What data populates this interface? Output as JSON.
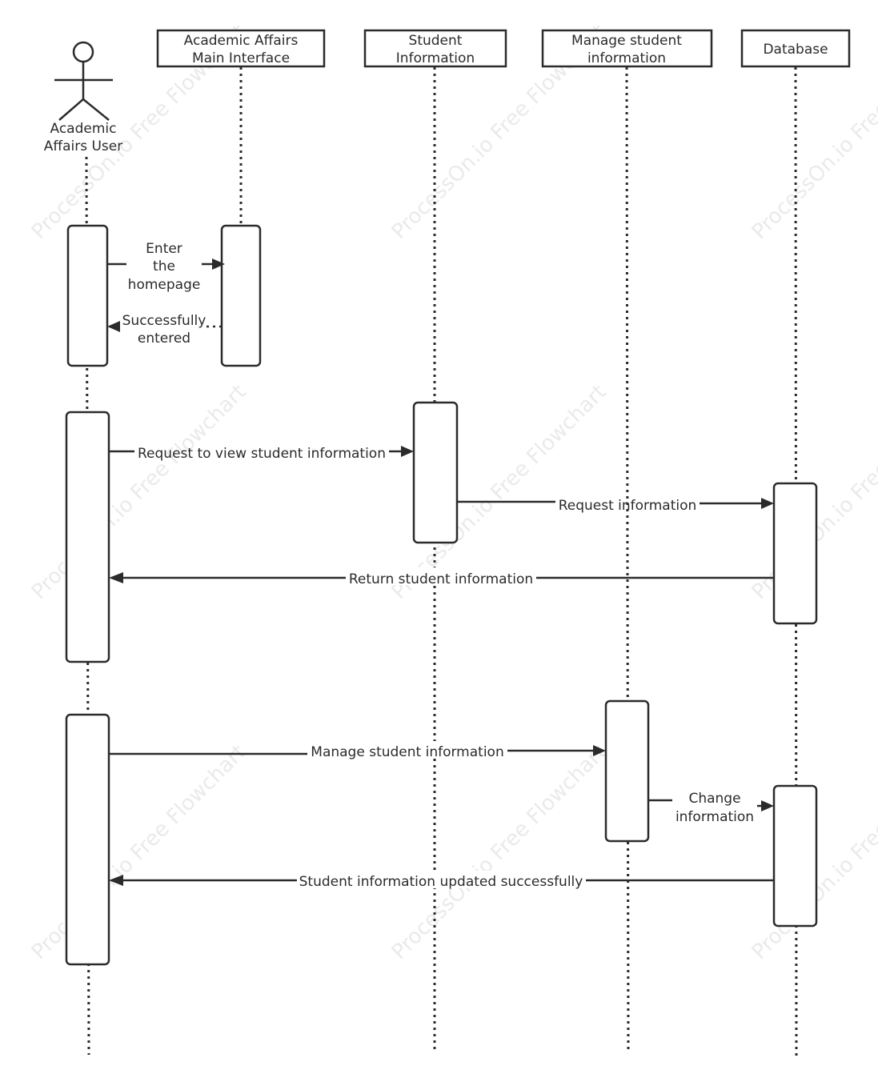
{
  "watermark": "ProcessOn.io Free Flowchart",
  "actor": {
    "line1": "Academic",
    "line2": "Affairs User"
  },
  "participants": [
    {
      "line1": "Academic Affairs",
      "line2": "Main Interface"
    },
    {
      "line1": "Student",
      "line2": "Information"
    },
    {
      "line1": "Manage student",
      "line2": "information"
    },
    {
      "line1": "Database",
      "line2": ""
    }
  ],
  "messages": [
    {
      "lines": [
        "Enter",
        "the",
        "homepage"
      ]
    },
    {
      "lines": [
        "Successfully",
        "entered"
      ]
    },
    {
      "lines": [
        "Request to view student information"
      ]
    },
    {
      "lines": [
        "Request information"
      ]
    },
    {
      "lines": [
        "Return student information"
      ]
    },
    {
      "lines": [
        "Manage student information"
      ]
    },
    {
      "lines": [
        "Change",
        "information"
      ]
    },
    {
      "lines": [
        "Student information updated successfully"
      ]
    }
  ],
  "colors": {
    "line": "#2b2b2b",
    "watermark": "#d9d9d9",
    "background": "#ffffff"
  }
}
